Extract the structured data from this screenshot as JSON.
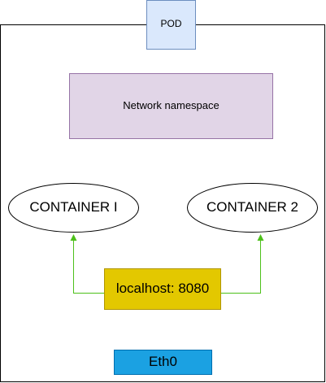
{
  "pod": {
    "label": "POD",
    "tab_fill": "#dae8fc",
    "tab_stroke": "#6c8ebf"
  },
  "network_namespace": {
    "label": "Network namespace",
    "fill": "#e1d5e7",
    "stroke": "#9673a6"
  },
  "containers": [
    {
      "label": "CONTAINER I"
    },
    {
      "label": "CONTAINER 2"
    }
  ],
  "localhost": {
    "label": "localhost: 8080",
    "fill": "#e3c800",
    "stroke": "#b09500"
  },
  "eth0": {
    "label": "Eth0",
    "fill": "#1ba1e2",
    "stroke": "#006eaf"
  },
  "arrow_color": "#4dc01a"
}
